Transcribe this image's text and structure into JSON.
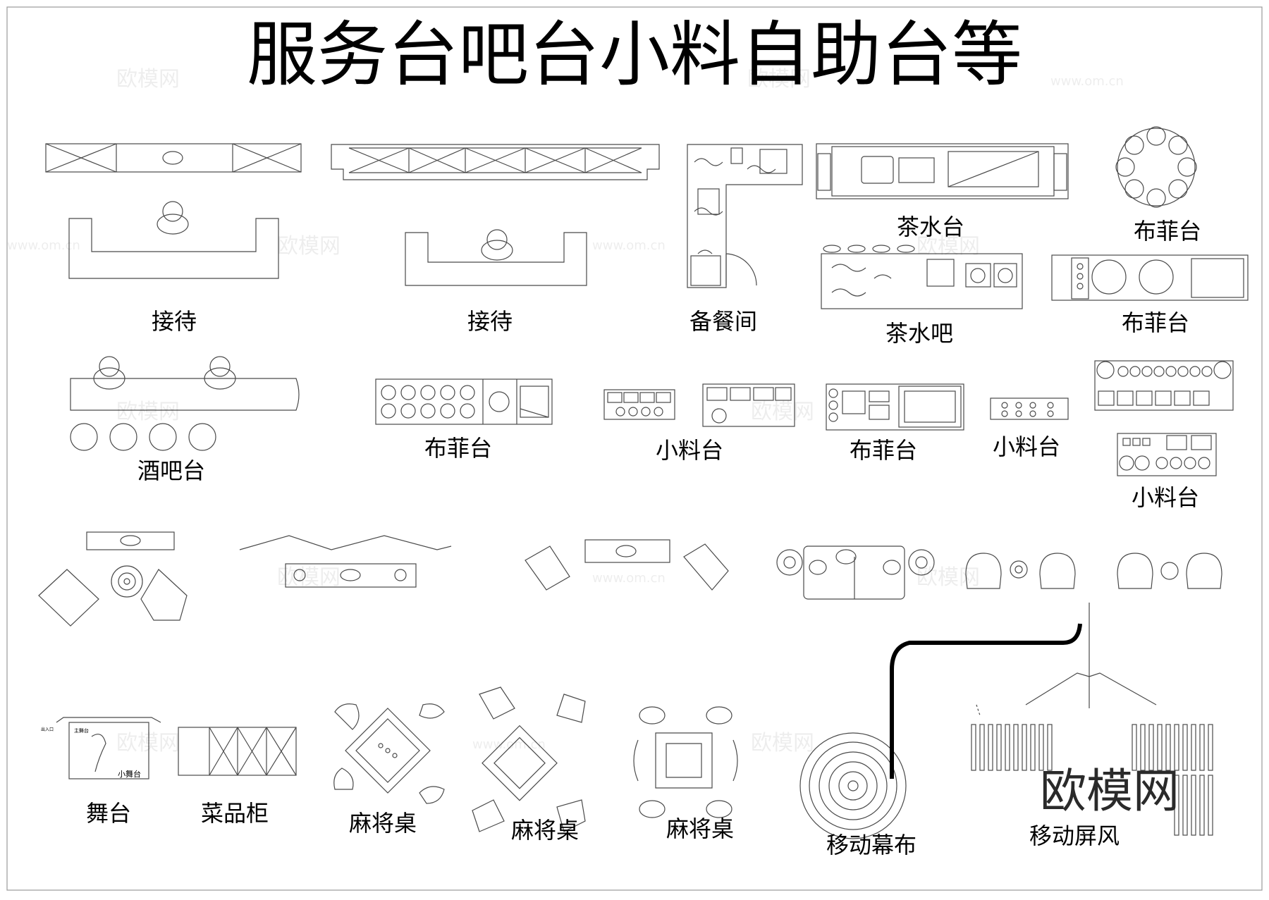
{
  "title": "服务台吧台小料自助台等",
  "brand": "欧模网",
  "watermark": "欧模网",
  "watermark_url": "www.om.cn",
  "stage_small_label": "小舞台",
  "stage_tiny_label": "主舞台",
  "stage_tiny_label2": "出入口",
  "labels": {
    "reception1": "接待",
    "reception2": "接待",
    "pantry": "备餐间",
    "tea_counter": "茶水台",
    "buffet_round": "布菲台",
    "tea_bar": "茶水吧",
    "buffet_right": "布菲台",
    "wine_bar": "酒吧台",
    "buffet_mid": "布菲台",
    "condiment1": "小料台",
    "buffet_mid2": "布菲台",
    "condiment2": "小料台",
    "condiment3": "小料台",
    "stage": "舞台",
    "dish_cabinet": "菜品柜",
    "mahjong1": "麻将桌",
    "mahjong2": "麻将桌",
    "mahjong3": "麻将桌",
    "mobile_curtain": "移动幕布",
    "mobile_screen": "移动屏风"
  },
  "colors": {
    "line": "#4a4a4a",
    "ink": "#000000",
    "background": "#ffffff"
  }
}
